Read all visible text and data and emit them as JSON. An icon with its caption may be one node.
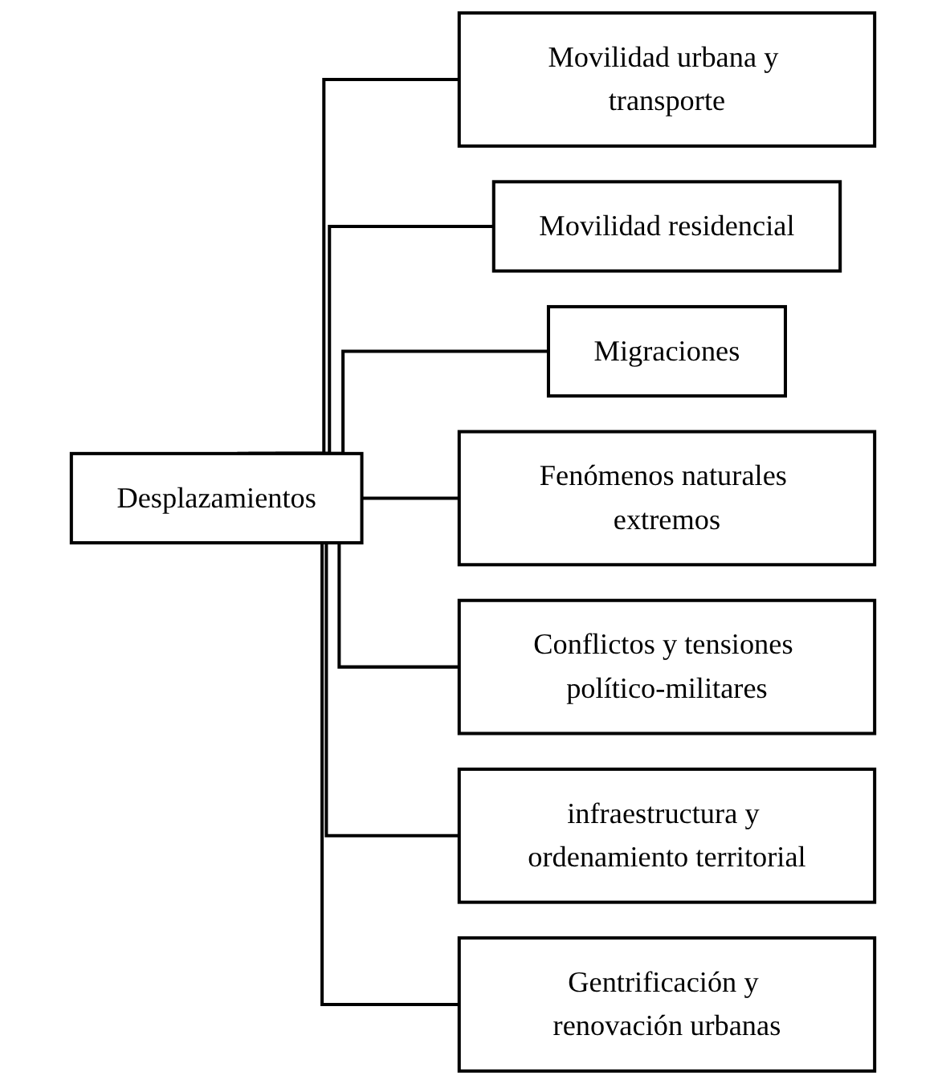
{
  "diagram": {
    "nodes": [
      {
        "text": [
          "Desplazamientos"
        ]
      },
      {
        "text": [
          "Movilidad urbana y transporte"
        ]
      },
      {
        "text": [
          "Movilidad residencial"
        ]
      },
      {
        "text": [
          "Migraciones"
        ]
      },
      {
        "text": [
          "Fenómenos naturales extremos"
        ]
      },
      {
        "text": [
          "Conflictos y tensiones político-militares"
        ]
      },
      {
        "text": [
          "infraestructura y ordenamiento territorial"
        ]
      },
      {
        "text": [
          "Gentrificación y renovación urbanas"
        ]
      }
    ],
    "edges": [
      {
        "from": 0,
        "to": 1,
        "arrow": "none"
      },
      {
        "from": 0,
        "to": 2,
        "arrow": "none"
      },
      {
        "from": 0,
        "to": 3,
        "arrow": "none"
      },
      {
        "from": 0,
        "to": 4,
        "arrow": "none"
      },
      {
        "from": 0,
        "to": 5,
        "arrow": "none"
      },
      {
        "from": 0,
        "to": 6,
        "arrow": "none"
      },
      {
        "from": 0,
        "to": 7,
        "arrow": "none"
      }
    ]
  }
}
